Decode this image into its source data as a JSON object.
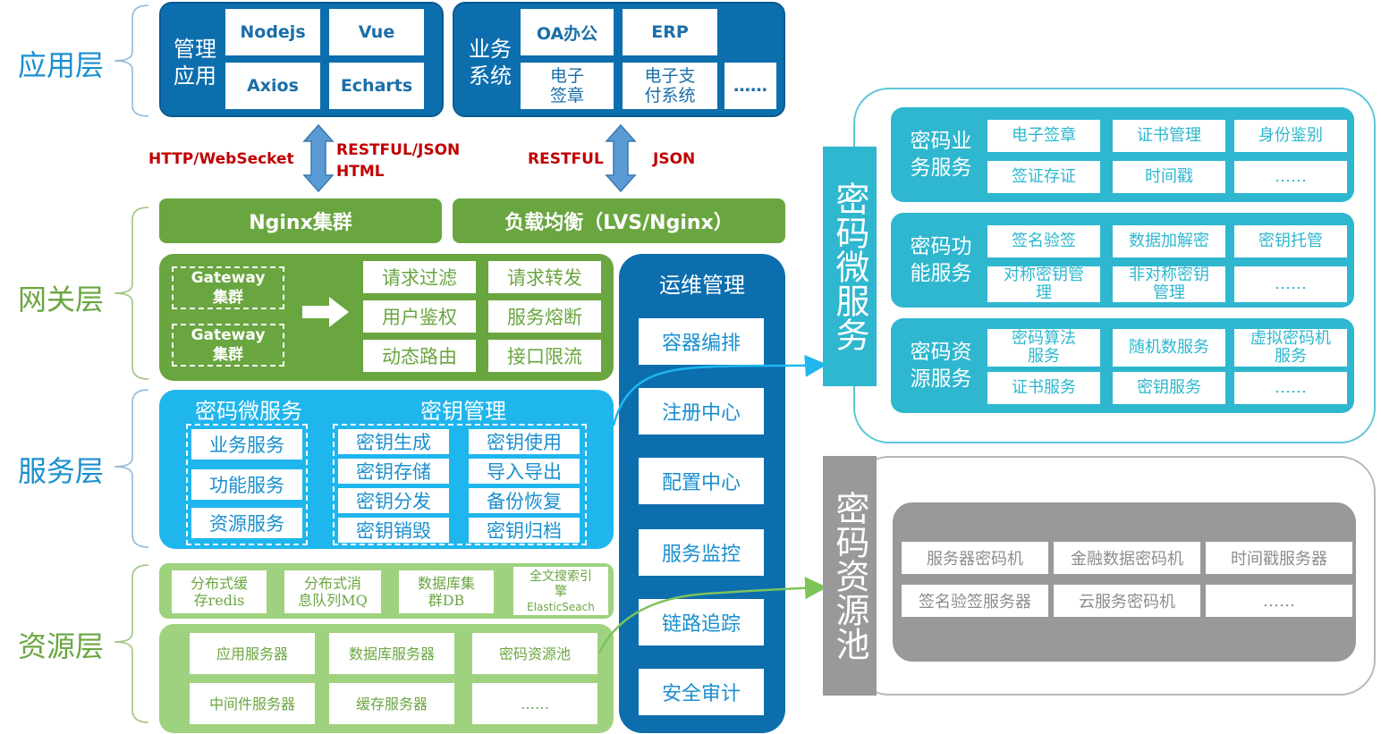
{
  "layers": {
    "app": "应用层",
    "gateway": "网关层",
    "service": "服务层",
    "resource": "资源层"
  },
  "app_layer": {
    "mgmt_label": "管理\n应用",
    "mgmt_items": [
      "Nodejs",
      "Vue",
      "Axios",
      "Echarts"
    ],
    "biz_label": "业务\n系统",
    "biz_items": [
      "OA办公",
      "ERP",
      "电子\n签章",
      "电子支\n付系统",
      "……"
    ]
  },
  "connectors": {
    "left_a": "HTTP/WebSecket",
    "left_b": "RESTFUL/JSON\nHTML",
    "right_a": "RESTFUL",
    "right_b": "JSON"
  },
  "gateway_layer": {
    "nginx": "Nginx集群",
    "lb": "负载均衡（LVS/Nginx）",
    "gw1": "Gateway\n集群",
    "gw2": "Gateway\n集群",
    "functions": [
      "请求过滤",
      "请求转发",
      "用户鉴权",
      "服务熔断",
      "动态路由",
      "接口限流"
    ]
  },
  "service_layer": {
    "crypto_title": "密码微服务",
    "crypto_items": [
      "业务服务",
      "功能服务",
      "资源服务"
    ],
    "key_title": "密钥管理",
    "key_items": [
      "密钥生成",
      "密钥使用",
      "密钥存储",
      "导入导出",
      "密钥分发",
      "备份恢复",
      "密钥销毁",
      "密钥归档"
    ]
  },
  "resource_layer": {
    "top_items": [
      "分布式缓\n存redis",
      "分布式消\n息队列MQ",
      "数据库集\n群DB",
      "全文搜索引\n擎"
    ],
    "top_sub": "ElasticSeach",
    "bottom_items": [
      "应用服务器",
      "数据库服务器",
      "密码资源池",
      "中间件服务器",
      "缓存服务器",
      "……"
    ]
  },
  "ops": {
    "title": "运维管理",
    "items": [
      "容器编排",
      "注册中心",
      "配置中心",
      "服务监控",
      "链路追踪",
      "安全审计"
    ]
  },
  "micro_panel": {
    "side_label": "密码微服务",
    "groups": [
      {
        "label": "密码业\n务服务",
        "items": [
          "电子签章",
          "证书管理",
          "身份鉴别",
          "签证存证",
          "时间戳",
          "……"
        ]
      },
      {
        "label": "密码功\n能服务",
        "items": [
          "签名验签",
          "数据加解密",
          "密钥托管",
          "对称密钥管\n理",
          "非对称密钥\n管理",
          "……"
        ]
      },
      {
        "label": "密码资\n源服务",
        "items": [
          "密码算法\n服务",
          "随机数服务",
          "虚拟密码机\n服务",
          "证书服务",
          "密钥服务",
          "……"
        ]
      }
    ]
  },
  "pool_panel": {
    "side_label": "密码资源池",
    "items": [
      "服务器密码机",
      "金融数据密码机",
      "时间戳服务器",
      "签名验签服务器",
      "云服务密码机",
      "……"
    ]
  },
  "colors": {
    "navy": "#0d6eae",
    "green": "#6aa640",
    "light_green": "#9fd27f",
    "sky": "#1fb6ee",
    "teal": "#2eb7cf",
    "grey": "#999999"
  }
}
